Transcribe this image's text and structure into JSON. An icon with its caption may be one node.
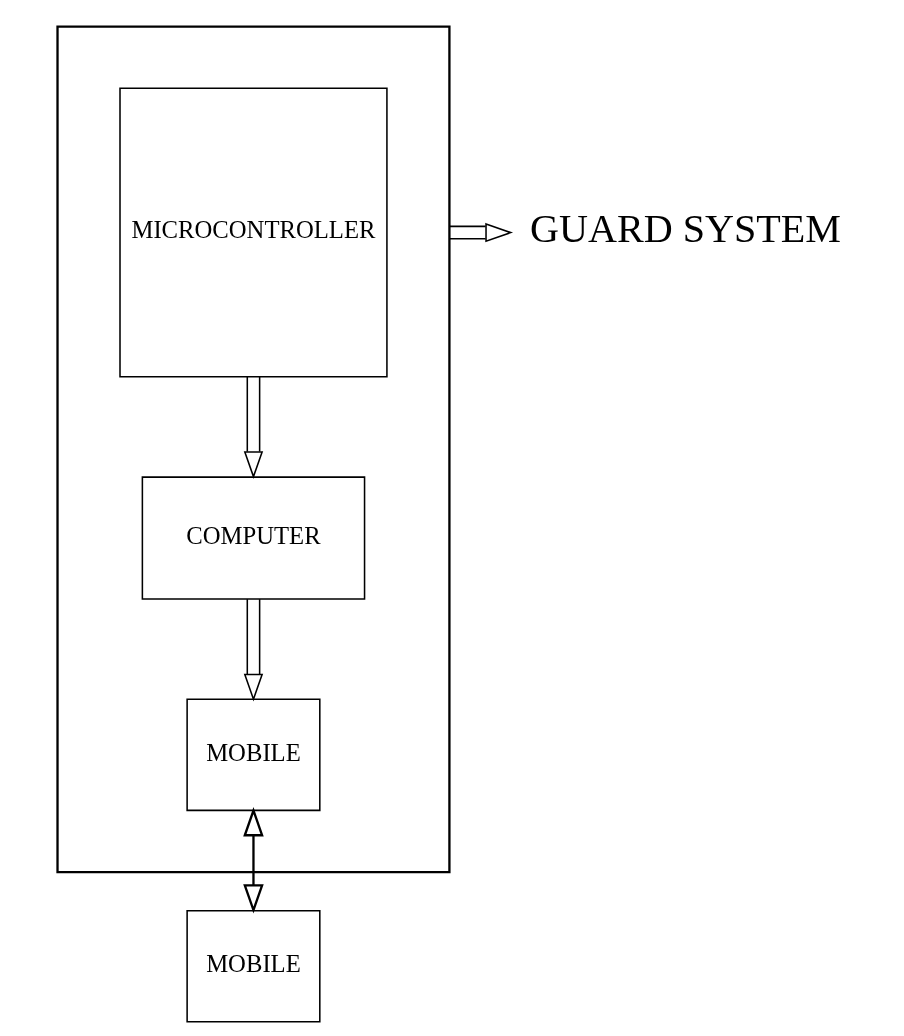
{
  "diagram": {
    "nodes": [
      {
        "text": [],
        "shape": "box"
      },
      {
        "text": [
          "MICROCONTROLLER"
        ],
        "in": 0
      },
      {
        "text": [
          "COMPUTER"
        ],
        "in": 0
      },
      {
        "text": [
          "MOBILE"
        ],
        "in": 0
      },
      {
        "text": [
          "MOBILE"
        ]
      },
      {
        "text": [
          "GUARD SYSTEM"
        ]
      }
    ],
    "edges": [
      {
        "from": 1,
        "to": 2,
        "arrow": "to"
      },
      {
        "from": 2,
        "to": 3,
        "arrow": "to"
      },
      {
        "from": 3,
        "to": 4,
        "arrow": "both"
      },
      {
        "from": 0,
        "to": 5,
        "arrow": "to"
      }
    ]
  }
}
